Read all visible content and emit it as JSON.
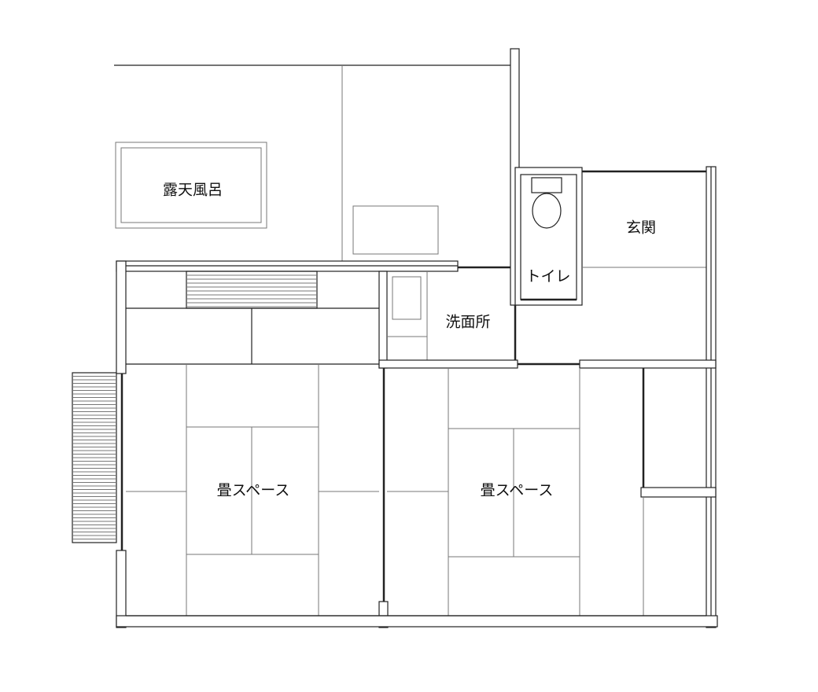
{
  "labels": {
    "outdoor_bath": "露天風呂",
    "entrance": "玄関",
    "toilet": "トイレ",
    "washroom": "洗面所",
    "tatami_left": "畳スペース",
    "tatami_right": "畳スペース"
  }
}
